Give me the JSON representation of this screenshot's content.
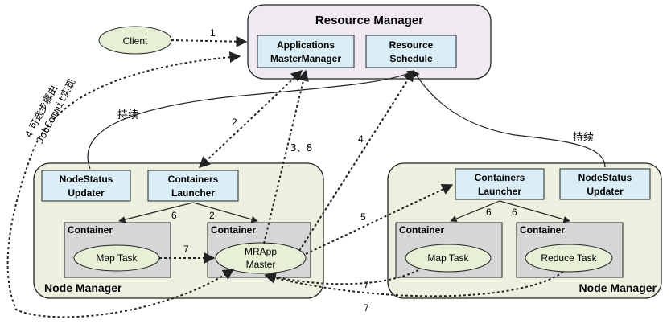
{
  "client": {
    "label": "Client"
  },
  "resource_manager": {
    "title": "Resource Manager",
    "applications_master_manager": [
      "Applications",
      "MasterManager"
    ],
    "resource_schedule": [
      "Resource",
      "Schedule"
    ]
  },
  "node_manager_left": {
    "title": "Node Manager",
    "node_status_updater": [
      "NodeStatus",
      "Updater"
    ],
    "containers_launcher": [
      "Containers",
      "Launcher"
    ],
    "container_1": {
      "title": "Container",
      "task": "Map Task"
    },
    "container_2": {
      "title": "Container",
      "task": [
        "MRApp",
        "Master"
      ]
    }
  },
  "node_manager_right": {
    "title": "Node Manager",
    "containers_launcher": [
      "Containers",
      "Launcher"
    ],
    "node_status_updater": [
      "NodeStatus",
      "Updater"
    ],
    "container_1": {
      "title": "Container",
      "task": "Map Task"
    },
    "container_2": {
      "title": "Container",
      "task": "Reduce Task"
    }
  },
  "edge_labels": {
    "e1": "1",
    "e2_top": "2",
    "e2_bottom": "2",
    "e3_8": "3、8",
    "e4": "4",
    "e5": "5",
    "e6_left": "6",
    "e6_right_a": "6",
    "e6_right_b": "6",
    "e7_left": "7",
    "e7_mid": "7",
    "e7_bottom": "7",
    "heartbeat_left": "持续",
    "heartbeat_right": "持续",
    "rotated_line1": "4 可选步骤由",
    "rotated_line2": "JobCommit实现"
  },
  "colors": {
    "rm_fill": "#efe9f2",
    "nm_fill": "#ecf1df",
    "inner_box_fill": "#d9eef6",
    "container_fill": "#d6d6d6",
    "ellipse_fill": "#e6f0d5",
    "stroke": "#222222"
  }
}
